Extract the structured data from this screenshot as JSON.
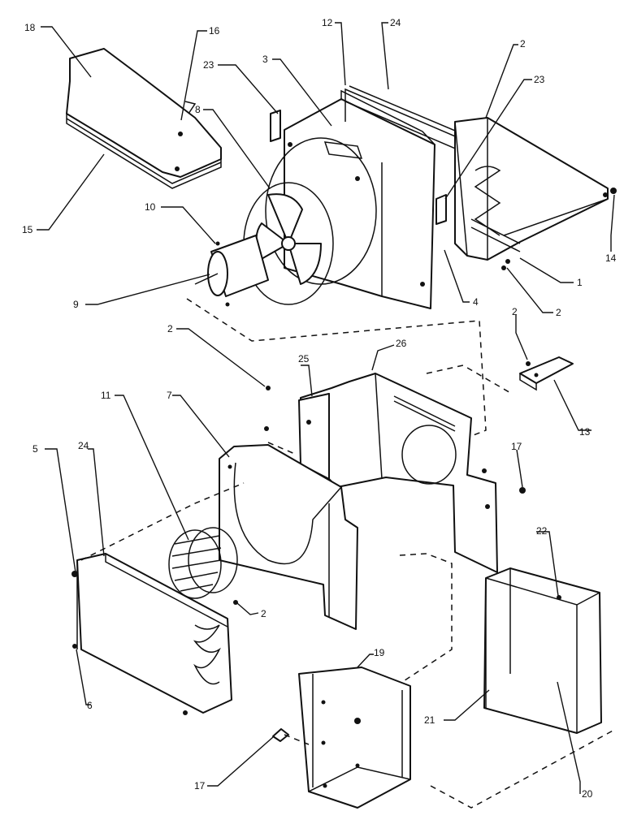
{
  "diagram": {
    "labels": [
      {
        "id": "l18",
        "text": "18"
      },
      {
        "id": "l16",
        "text": "16"
      },
      {
        "id": "l15",
        "text": "15"
      },
      {
        "id": "l12",
        "text": "12"
      },
      {
        "id": "l24a",
        "text": "24"
      },
      {
        "id": "l2a",
        "text": "2"
      },
      {
        "id": "l23a",
        "text": "23"
      },
      {
        "id": "l3",
        "text": "3"
      },
      {
        "id": "l23b",
        "text": "23"
      },
      {
        "id": "l8",
        "text": "8"
      },
      {
        "id": "l10",
        "text": "10"
      },
      {
        "id": "l9",
        "text": "9"
      },
      {
        "id": "l14",
        "text": "14"
      },
      {
        "id": "l1",
        "text": "1"
      },
      {
        "id": "l2b",
        "text": "2"
      },
      {
        "id": "l4",
        "text": "4"
      },
      {
        "id": "l2c",
        "text": "2"
      },
      {
        "id": "l26",
        "text": "26"
      },
      {
        "id": "l25",
        "text": "25"
      },
      {
        "id": "l2d",
        "text": "2"
      },
      {
        "id": "l13",
        "text": "13"
      },
      {
        "id": "l11",
        "text": "11"
      },
      {
        "id": "l7",
        "text": "7"
      },
      {
        "id": "l5",
        "text": "5"
      },
      {
        "id": "l24b",
        "text": "24"
      },
      {
        "id": "l17a",
        "text": "17"
      },
      {
        "id": "l22",
        "text": "22"
      },
      {
        "id": "l2e",
        "text": "2"
      },
      {
        "id": "l6",
        "text": "6"
      },
      {
        "id": "l19",
        "text": "19"
      },
      {
        "id": "l21",
        "text": "21"
      },
      {
        "id": "l17b",
        "text": "17"
      },
      {
        "id": "l20",
        "text": "20"
      }
    ]
  }
}
